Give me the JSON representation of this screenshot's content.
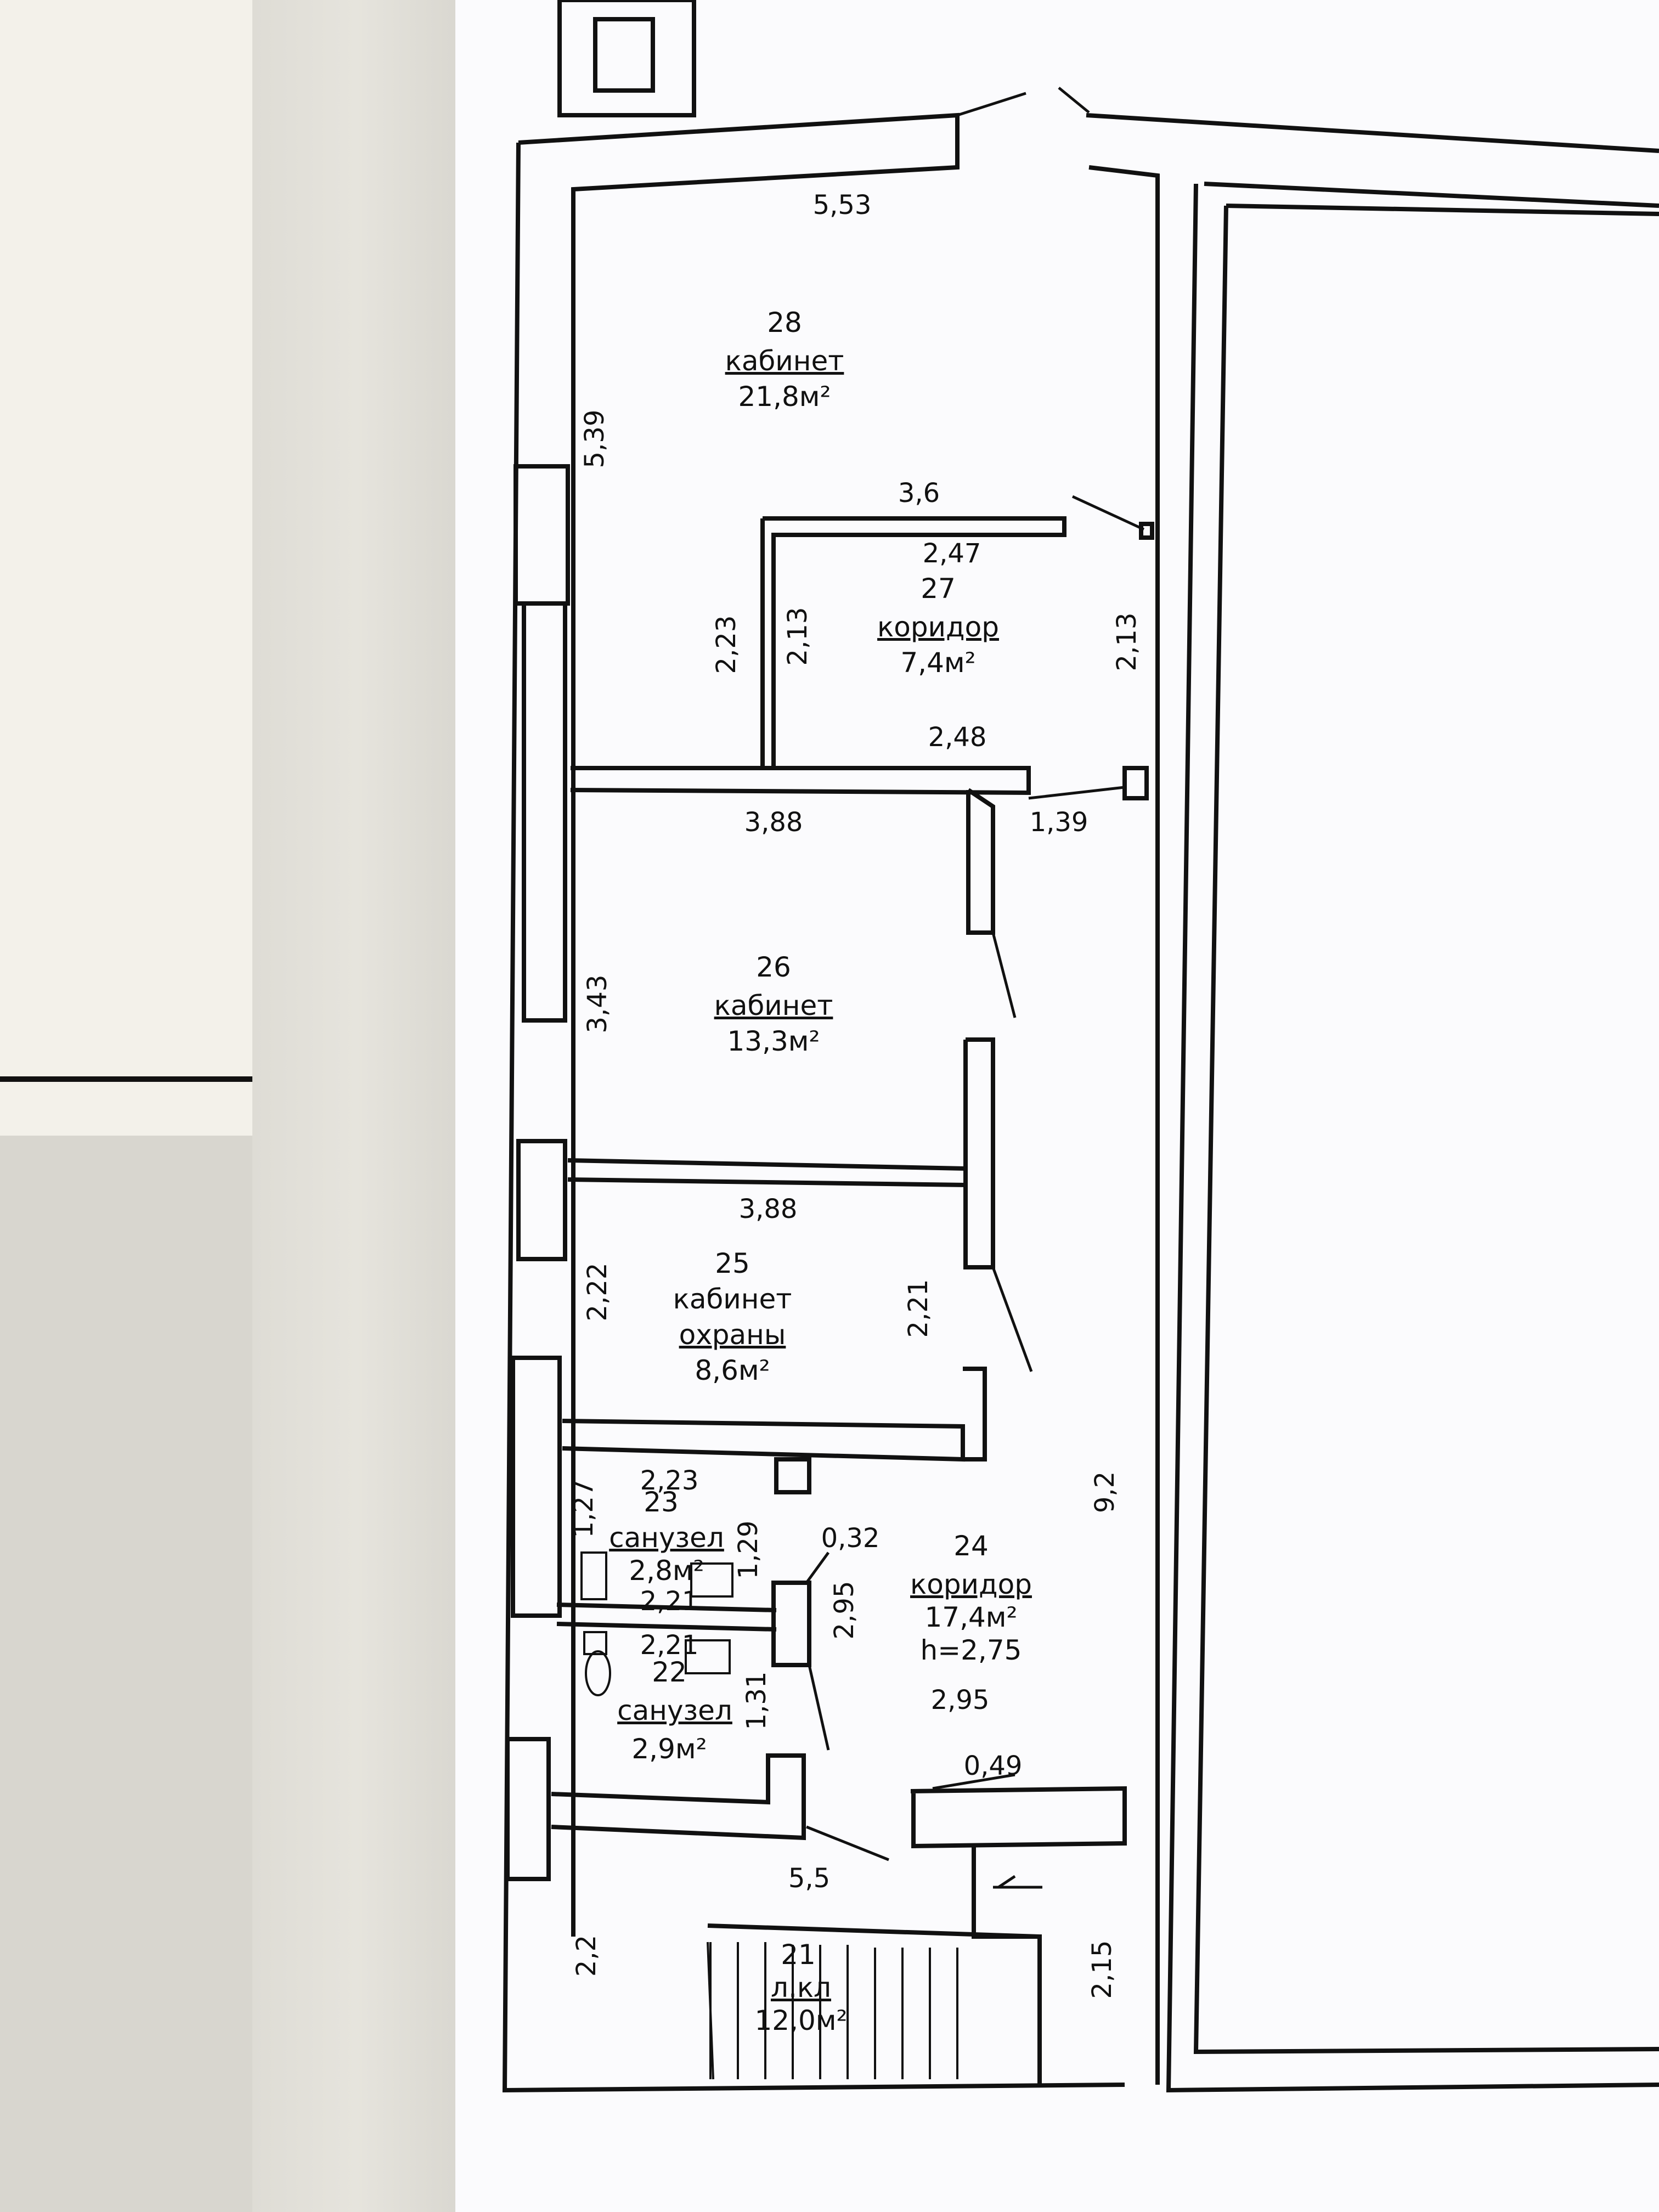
{
  "rooms": [
    {
      "number": "28",
      "name": "кабинет",
      "area": "21,8м²"
    },
    {
      "number": "27",
      "name": "коридор",
      "area": "7,4м²"
    },
    {
      "number": "26",
      "name": "кабинет",
      "area": "13,3м²"
    },
    {
      "number": "25",
      "name": "кабинет",
      "name2": "охраны",
      "area": "8,6м²"
    },
    {
      "number": "24",
      "name": "коридор",
      "area": "17,4м²",
      "height": "h=2,75"
    },
    {
      "number": "23",
      "name": "санузел",
      "area": "2,8м²"
    },
    {
      "number": "22",
      "name": "санузел",
      "area": "2,9м²"
    },
    {
      "number": "21",
      "name": "л.кл",
      "area": "12,0м²"
    }
  ],
  "dimensions": {
    "d553": "5,53",
    "d539": "5,39",
    "d36": "3,6",
    "d247": "2,47",
    "d223a": "2,23",
    "d213a": "2,13",
    "d213b": "2,13",
    "d248": "2,48",
    "d388a": "3,88",
    "d139": "1,39",
    "d343": "3,43",
    "d388b": "3,88",
    "d222": "2,22",
    "d221a": "2,21",
    "d92": "9,2",
    "d127": "1,27",
    "d223b": "2,23",
    "d129": "1,29",
    "d032": "0,32",
    "d295a": "2,95",
    "d221b": "2,21",
    "d221c": "2,21",
    "d131": "1,31",
    "d295b": "2,95",
    "d049": "0,49",
    "d55": "5,5",
    "d22": "2,2",
    "d215": "2,15"
  }
}
